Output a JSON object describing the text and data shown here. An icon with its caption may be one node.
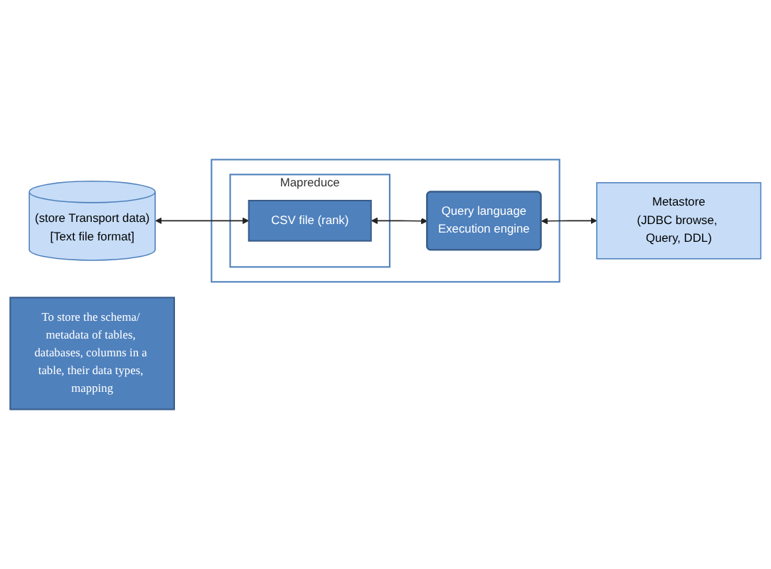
{
  "diagram": {
    "nodes": [
      {
        "text": [
          "(store Transport data)",
          "[Text file format]"
        ]
      },
      {
        "text": [],
        "shape": "box"
      },
      {
        "text": [
          "Mapreduce"
        ],
        "in": 1
      },
      {
        "text": [
          "CSV file (rank)"
        ],
        "in": 2
      },
      {
        "text": [
          "Query language",
          "Execution engine"
        ],
        "in": 1
      },
      {
        "text": [
          "Metastore",
          "(JDBC browse, Query, DDL)"
        ]
      },
      {
        "text": [
          "To store the schema/ metadata of tables, databases, columns in a table, their data types, mapping"
        ]
      }
    ],
    "edges": [
      {
        "from": 0,
        "to": 3,
        "arrow": "both"
      },
      {
        "from": 3,
        "to": 4,
        "arrow": "both"
      },
      {
        "from": 4,
        "to": 5,
        "arrow": "both"
      }
    ]
  }
}
